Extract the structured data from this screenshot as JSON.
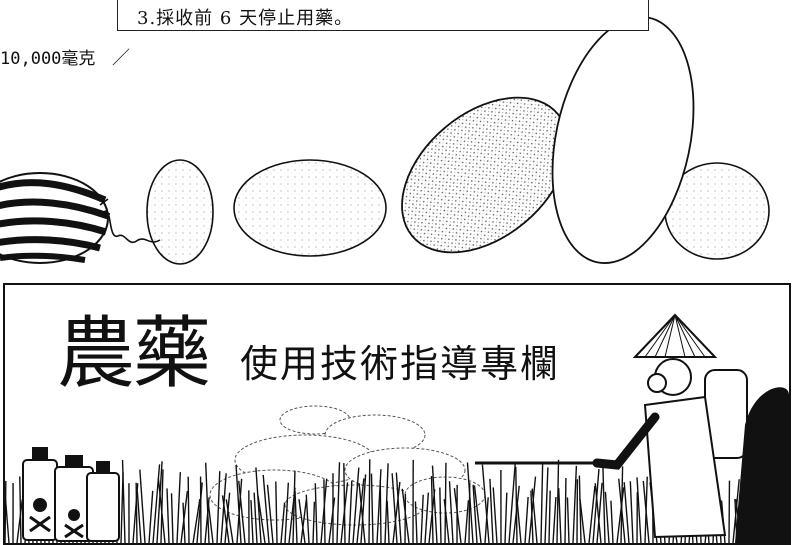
{
  "note": {
    "line3": "3.採收前 6 天停止用藥。"
  },
  "dose": {
    "fragment": "10,000毫克",
    "slash": "／"
  },
  "banner": {
    "title_big": "農藥",
    "title_small": "使用技術指導專欄"
  },
  "icons": {
    "watermelon": "watermelon-illustration",
    "melons": "melon-illustration",
    "bottles": "pesticide-bottle-icon",
    "farmer": "spraying-farmer-illustration",
    "spray": "spray-cloud-illustration"
  }
}
